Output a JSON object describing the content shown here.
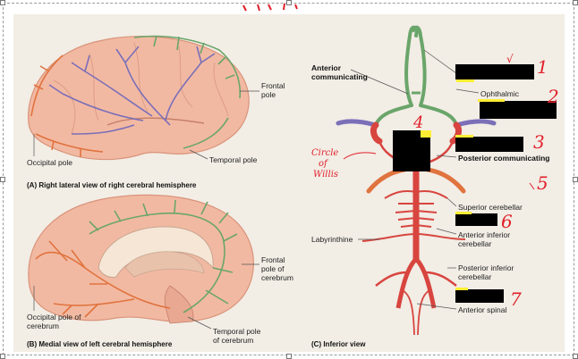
{
  "panel_a": {
    "labels": {
      "frontal_pole": "Frontal\npole",
      "occipital_pole": "Occipital pole",
      "temporal_pole": "Temporal pole"
    },
    "caption": "(A) Right lateral view of right cerebral hemisphere"
  },
  "panel_b": {
    "labels": {
      "frontal_pole": "Frontal\npole of\ncerebrum",
      "occipital_pole": "Occipital pole of\ncerebrum",
      "temporal_pole": "Temporal pole\nof cerebrum"
    },
    "caption": "(B) Medial view of left cerebral hemisphere"
  },
  "panel_c": {
    "labels": {
      "anterior_communicating": "Anterior\ncommunicating",
      "ophthalmic": "Ophthalmic",
      "posterior_communicating": "Posterior communicating",
      "superior_cerebellar": "Superior cerebellar",
      "labyrinthine": "Labyrinthine",
      "anterior_inferior_cerebellar": "Anterior inferior\ncerebellar",
      "posterior_inferior_cerebellar": "Posterior inferior\ncerebellar",
      "anterior_spinal": "Anterior spinal"
    },
    "caption": "(C) Inferior view"
  },
  "handwriting": {
    "circle_of_willis": "Circle\nof\nWillis",
    "n1": "1",
    "n2": "2",
    "n3": "3",
    "n4": "4",
    "n5": "5",
    "n6": "6",
    "n7": "7",
    "check": "√"
  },
  "colors": {
    "green": "#6aa56a",
    "purple": "#7b6fb8",
    "orange": "#e0733e",
    "red": "#d8453f",
    "brain": "#f2b9a2",
    "highlight": "#ffee33",
    "ink": "#e0202a"
  }
}
